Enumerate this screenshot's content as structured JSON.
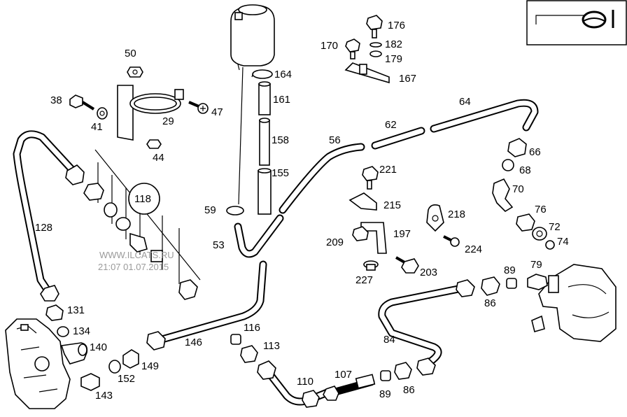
{
  "watermark": {
    "site": "WWW.ILCATS.RU",
    "stamp": "21:07 01.07.2015"
  },
  "callouts": {
    "p50": "50",
    "p38": "38",
    "p41": "41",
    "p29": "29",
    "p47": "47",
    "p44": "44",
    "p118": "118",
    "p128": "128",
    "p131": "131",
    "p134": "134",
    "p140": "140",
    "p143": "143",
    "p149": "149",
    "p152": "152",
    "p146": "146",
    "p164": "164",
    "p161": "161",
    "p158": "158",
    "p155": "155",
    "p59": "59",
    "p53": "53",
    "p176": "176",
    "p170": "170",
    "p182": "182",
    "p179": "179",
    "p167": "167",
    "p56": "56",
    "p62": "62",
    "p64": "64",
    "p66": "66",
    "p68": "68",
    "p70": "70",
    "p76": "76",
    "p72": "72",
    "p74": "74",
    "p221": "221",
    "p215": "215",
    "p197": "197",
    "p209": "209",
    "p227": "227",
    "p203": "203",
    "p218": "218",
    "p224": "224",
    "p89a": "89",
    "p79": "79",
    "p86a": "86",
    "p84": "84",
    "p116": "116",
    "p113": "113",
    "p110": "110",
    "p107": "107",
    "p89b": "89",
    "p86b": "86"
  },
  "icons": {
    "direction": "steering-wheel-direction-icon"
  }
}
